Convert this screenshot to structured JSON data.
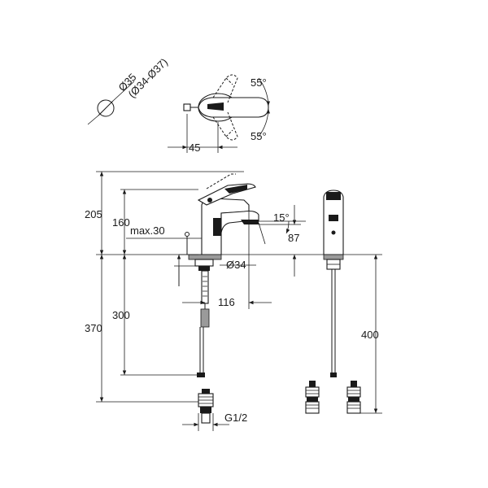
{
  "dimensions": {
    "dia35": "Ø35",
    "dia34_37": "(Ø34-Ø37)",
    "angle_upper": "55°",
    "angle_lower": "55°",
    "d45": "45",
    "d205": "205",
    "d160": "160",
    "dmax30": "max.30",
    "angle15": "15°",
    "d87": "87",
    "dia34": "Ø34",
    "d116": "116",
    "d300": "300",
    "d370": "370",
    "d400": "400",
    "thread": "G1/2"
  }
}
